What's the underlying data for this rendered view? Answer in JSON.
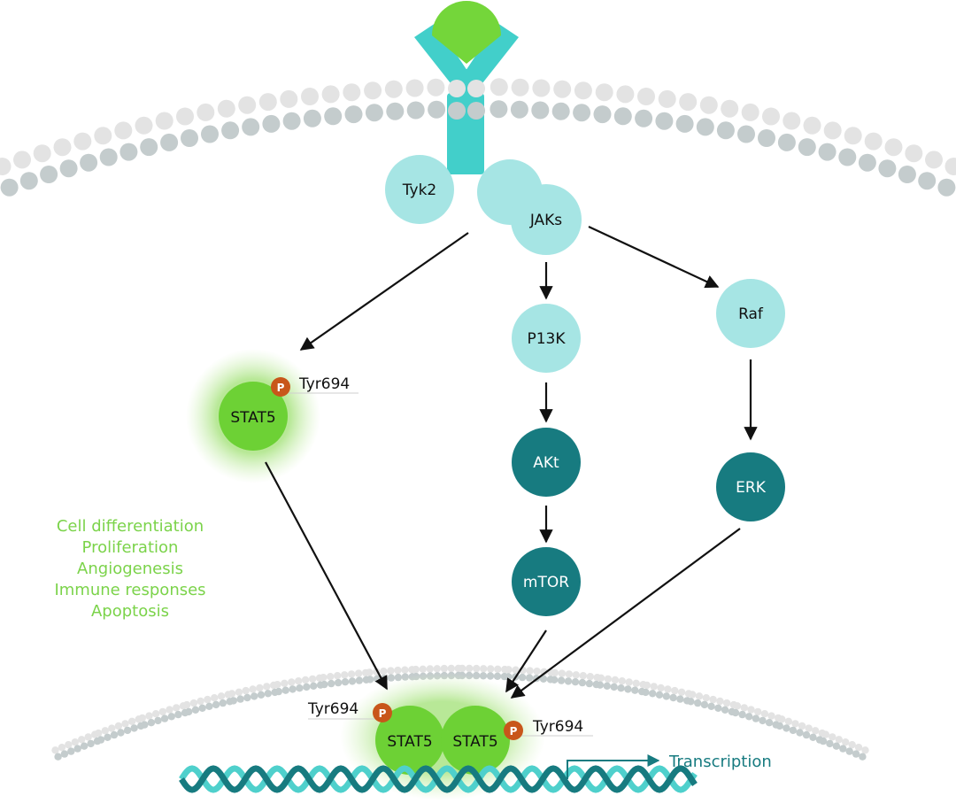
{
  "nodes": {
    "tyk2": "Tyk2",
    "jaks": "JAKs",
    "p13k": "P13K",
    "raf": "Raf",
    "akt": "AKt",
    "erk": "ERK",
    "mtor": "mTOR",
    "stat5_cyto": "STAT5",
    "stat5_nuc_left": "STAT5",
    "stat5_nuc_right": "STAT5"
  },
  "phospho": {
    "badge": "P",
    "site_cyto": "Tyr694",
    "site_nuc_left": "Tyr694",
    "site_nuc_right": "Tyr694"
  },
  "outcomes": [
    "Cell differentiation",
    "Proliferation",
    "Angiogenesis",
    "Immune responses",
    "Apoptosis"
  ],
  "transcription_label": "Transcription",
  "colors": {
    "ligand": "#74d63a",
    "receptor": "#42cfca",
    "light_node": "#a6e5e4",
    "dark_node": "#177b80",
    "stat5": "#6dd135",
    "stat5_glow": "#bde99f",
    "phospho": "#c8561a",
    "outcome_text": "#7bd34a",
    "transcription": "#177b80",
    "membrane_light": "#e3e3e3",
    "membrane_dark": "#c4cccd",
    "dna_dark": "#177b80",
    "dna_light": "#4fd0cc"
  }
}
